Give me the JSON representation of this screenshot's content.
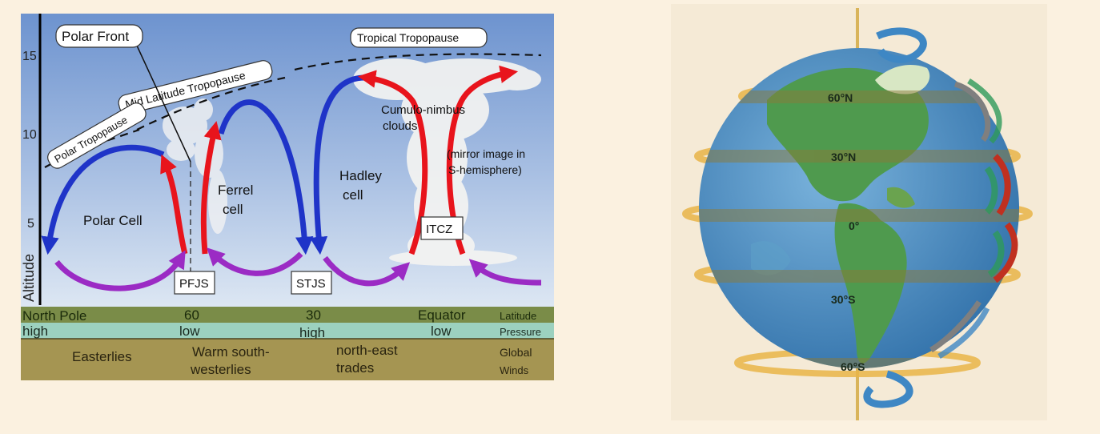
{
  "diagram": {
    "axis": {
      "title": "Altitude",
      "ticks": [
        "15",
        "10",
        "5"
      ]
    },
    "labels": {
      "polar_front": "Polar Front",
      "tropical_tropopause": "Tropical Tropopause",
      "mid_latitude_tropopause": "Mid Latitude Tropopause",
      "polar_tropopause": "Polar Tropopause",
      "cumulonimbus_line1": "Cumulo-nimbus",
      "cumulonimbus_line2": "clouds",
      "mirror_line1": "(mirror image in",
      "mirror_line2": "S-hemisphere)",
      "polar_cell": "Polar Cell",
      "ferrel_line1": "Ferrel",
      "ferrel_line2": "cell",
      "hadley_line1": "Hadley",
      "hadley_line2": "cell",
      "itcz": "ITCZ",
      "pfjs": "PFJS",
      "stjs": "STJS"
    },
    "latitude_row": {
      "north_pole": "North Pole",
      "lat60": "60",
      "lat30": "30",
      "equator": "Equator",
      "header": "Latitude"
    },
    "pressure_row": {
      "high1": "high",
      "low1": "low",
      "high2": "high",
      "low2": "low",
      "header": "Pressure"
    },
    "winds_row": {
      "easterlies": "Easterlies",
      "warm_line1": "Warm south-",
      "warm_line2": "westerlies",
      "ne_line1": "north-east",
      "ne_line2": "trades",
      "header_line1": "Global",
      "header_line2": "Winds"
    },
    "colors": {
      "sky_top": "#6d93cf",
      "sky_bottom": "#dbe6f3",
      "latitude_band": "#7a8c48",
      "pressure_band": "#9cd1bf",
      "winds_band": "#a59552",
      "red_arrow": "#e8141c",
      "blue_arrow": "#1f34c8",
      "purple_arrow": "#9b2bc4"
    }
  },
  "globe": {
    "labels": {
      "n60": "60°N",
      "n30": "30°N",
      "eq": "0°",
      "s30": "30°S",
      "s60": "60°S"
    },
    "colors": {
      "background": "#f5ead6",
      "ocean": "#4b8fc4",
      "land": "#4f9a4e",
      "band": "#8a7a3a",
      "axis": "#d9b45a",
      "ring": "#e9b548"
    }
  }
}
